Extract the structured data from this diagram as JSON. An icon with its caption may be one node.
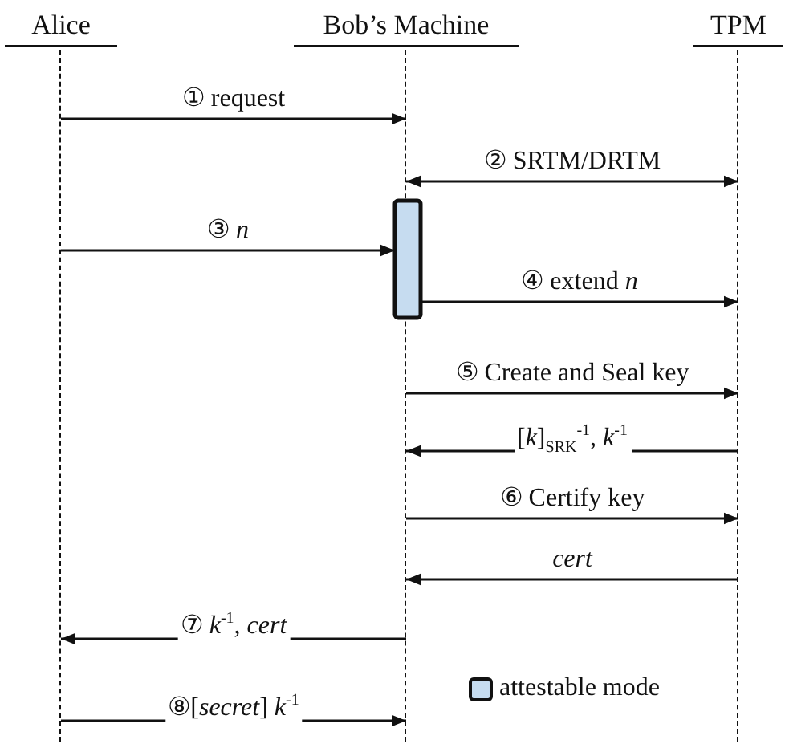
{
  "diagram": {
    "nodes": [
      {
        "text": [
          "Alice"
        ]
      },
      {
        "text": [
          "Bob’s Machine"
        ]
      },
      {
        "text": [
          "TPM"
        ]
      },
      {
        "text": [],
        "shape": "bar"
      }
    ],
    "edges": [
      {
        "from": 0,
        "to": 1,
        "arrow": "to",
        "label": "① request"
      },
      {
        "from": 1,
        "to": 2,
        "arrow": "both",
        "label": "② SRTM/DRTM"
      },
      {
        "from": 0,
        "to": 3,
        "arrow": "to",
        "label": "③ *n*"
      },
      {
        "from": 3,
        "to": 2,
        "arrow": "to",
        "label": "④ extend *n*"
      },
      {
        "from": 1,
        "to": 2,
        "arrow": "to",
        "label": "⑤ Create and Seal key"
      },
      {
        "from": 2,
        "to": 1,
        "arrow": "to",
        "label": "[*k*]$_{SRK}$$^{-1}$, *k*$^{-1}$"
      },
      {
        "from": 1,
        "to": 2,
        "arrow": "to",
        "label": "⑥ Certify key"
      },
      {
        "from": 2,
        "to": 1,
        "arrow": "to",
        "label": "*cert*"
      },
      {
        "from": 1,
        "to": 0,
        "arrow": "to",
        "label": "⑦ *k*$^{-1}$, *cert*"
      },
      {
        "from": 0,
        "to": 1,
        "arrow": "to",
        "label": "⑧[*secret*] *k*$^{-1}$"
      }
    ],
    "legend": [
      {
        "text": "attestable mode",
        "color": "#c6dcf0"
      }
    ]
  }
}
